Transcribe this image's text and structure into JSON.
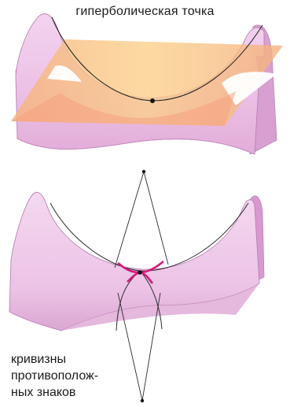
{
  "top_figure": {
    "caption": "гиперболическая точка"
  },
  "bottom_figure": {
    "caption_lines": [
      "кривизны",
      "противополож-",
      "ных знаков"
    ]
  },
  "colors": {
    "surface": "#ecc0e6",
    "surface_dark": "#d79ad0",
    "surface_edge": "#b983b4",
    "plane": "#f9c070",
    "plane_alt": "#f6a27a",
    "curve": "#2a2a2a",
    "highlight_curve": "#d9167a",
    "point": "#111111"
  }
}
